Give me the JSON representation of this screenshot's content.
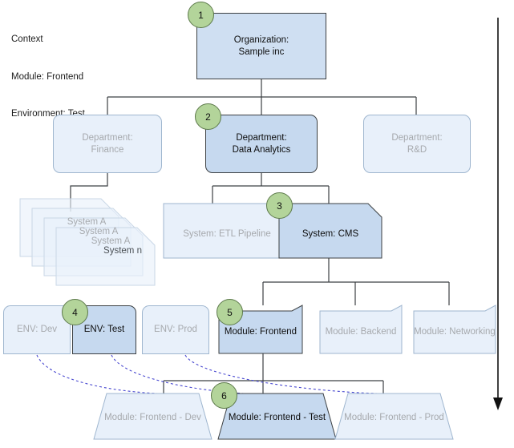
{
  "context": {
    "title": "Context",
    "lines": [
      "Context",
      "Module: Frontend",
      "Environment: Test"
    ]
  },
  "colors": {
    "active_fill": "#c6d9ef",
    "dim_fill": "#e8f0fa",
    "active_stroke": "#3c4043",
    "dim_stroke": "#9fb6cf",
    "badge_fill": "#b3d49a",
    "badge_stroke": "#5d7a4b",
    "dim_text": "#a6a9ad",
    "active_text": "#0d0d0d",
    "dashed_link": "#4848d0"
  },
  "levels": {
    "organization": {
      "shape": "rectangle",
      "nodes": [
        {
          "id": "org",
          "label": "Organization:\nSample inc",
          "state": "active",
          "badge": "1"
        }
      ]
    },
    "department": {
      "shape": "rounded-rectangle",
      "nodes": [
        {
          "id": "dept-finance",
          "label": "Department:\nFinance",
          "state": "dim",
          "badge": null
        },
        {
          "id": "dept-data-analytics",
          "label": "Department:\nData Analytics",
          "state": "active",
          "badge": "2"
        },
        {
          "id": "dept-rd",
          "label": "Department:\nR&D",
          "state": "dim",
          "badge": null
        }
      ]
    },
    "system": {
      "shape": "cut-corner",
      "stack": {
        "id": "system-stack",
        "state": "dim",
        "labels": [
          "System A",
          "System A",
          "System A",
          "System n"
        ]
      },
      "nodes": [
        {
          "id": "system-etl-pipeline",
          "label": "System:\nETL Pipeline",
          "state": "dim",
          "badge": null
        },
        {
          "id": "system-cms",
          "label": "System:\nCMS",
          "state": "active",
          "badge": "3"
        }
      ]
    },
    "environment": {
      "shape": "top-rounded-rectangle",
      "nodes": [
        {
          "id": "env-dev",
          "label": "ENV: Dev",
          "state": "dim",
          "badge": null
        },
        {
          "id": "env-test",
          "label": "ENV: Test",
          "state": "active",
          "badge": "4"
        },
        {
          "id": "env-prod",
          "label": "ENV: Prod",
          "state": "dim",
          "badge": null
        }
      ]
    },
    "module": {
      "shape": "cut-top-corners",
      "nodes": [
        {
          "id": "module-frontend",
          "label": "Module:\nFrontend",
          "state": "active",
          "badge": "5"
        },
        {
          "id": "module-backend",
          "label": "Module:\nBackend",
          "state": "dim",
          "badge": null
        },
        {
          "id": "module-networking",
          "label": "Module:\nNetworking",
          "state": "dim",
          "badge": null
        }
      ]
    },
    "deployment": {
      "shape": "trapezoid",
      "nodes": [
        {
          "id": "module-frontend-dev",
          "label": "Module:\nFrontend - Dev",
          "state": "dim",
          "badge": null
        },
        {
          "id": "module-frontend-test",
          "label": "Module:\nFrontend - Test",
          "state": "active",
          "badge": "6"
        },
        {
          "id": "module-frontend-prod",
          "label": "Module:\nFrontend - Prod",
          "state": "dim",
          "badge": null
        }
      ]
    }
  },
  "annotations": {
    "flow_arrow": "downward-arrow"
  }
}
